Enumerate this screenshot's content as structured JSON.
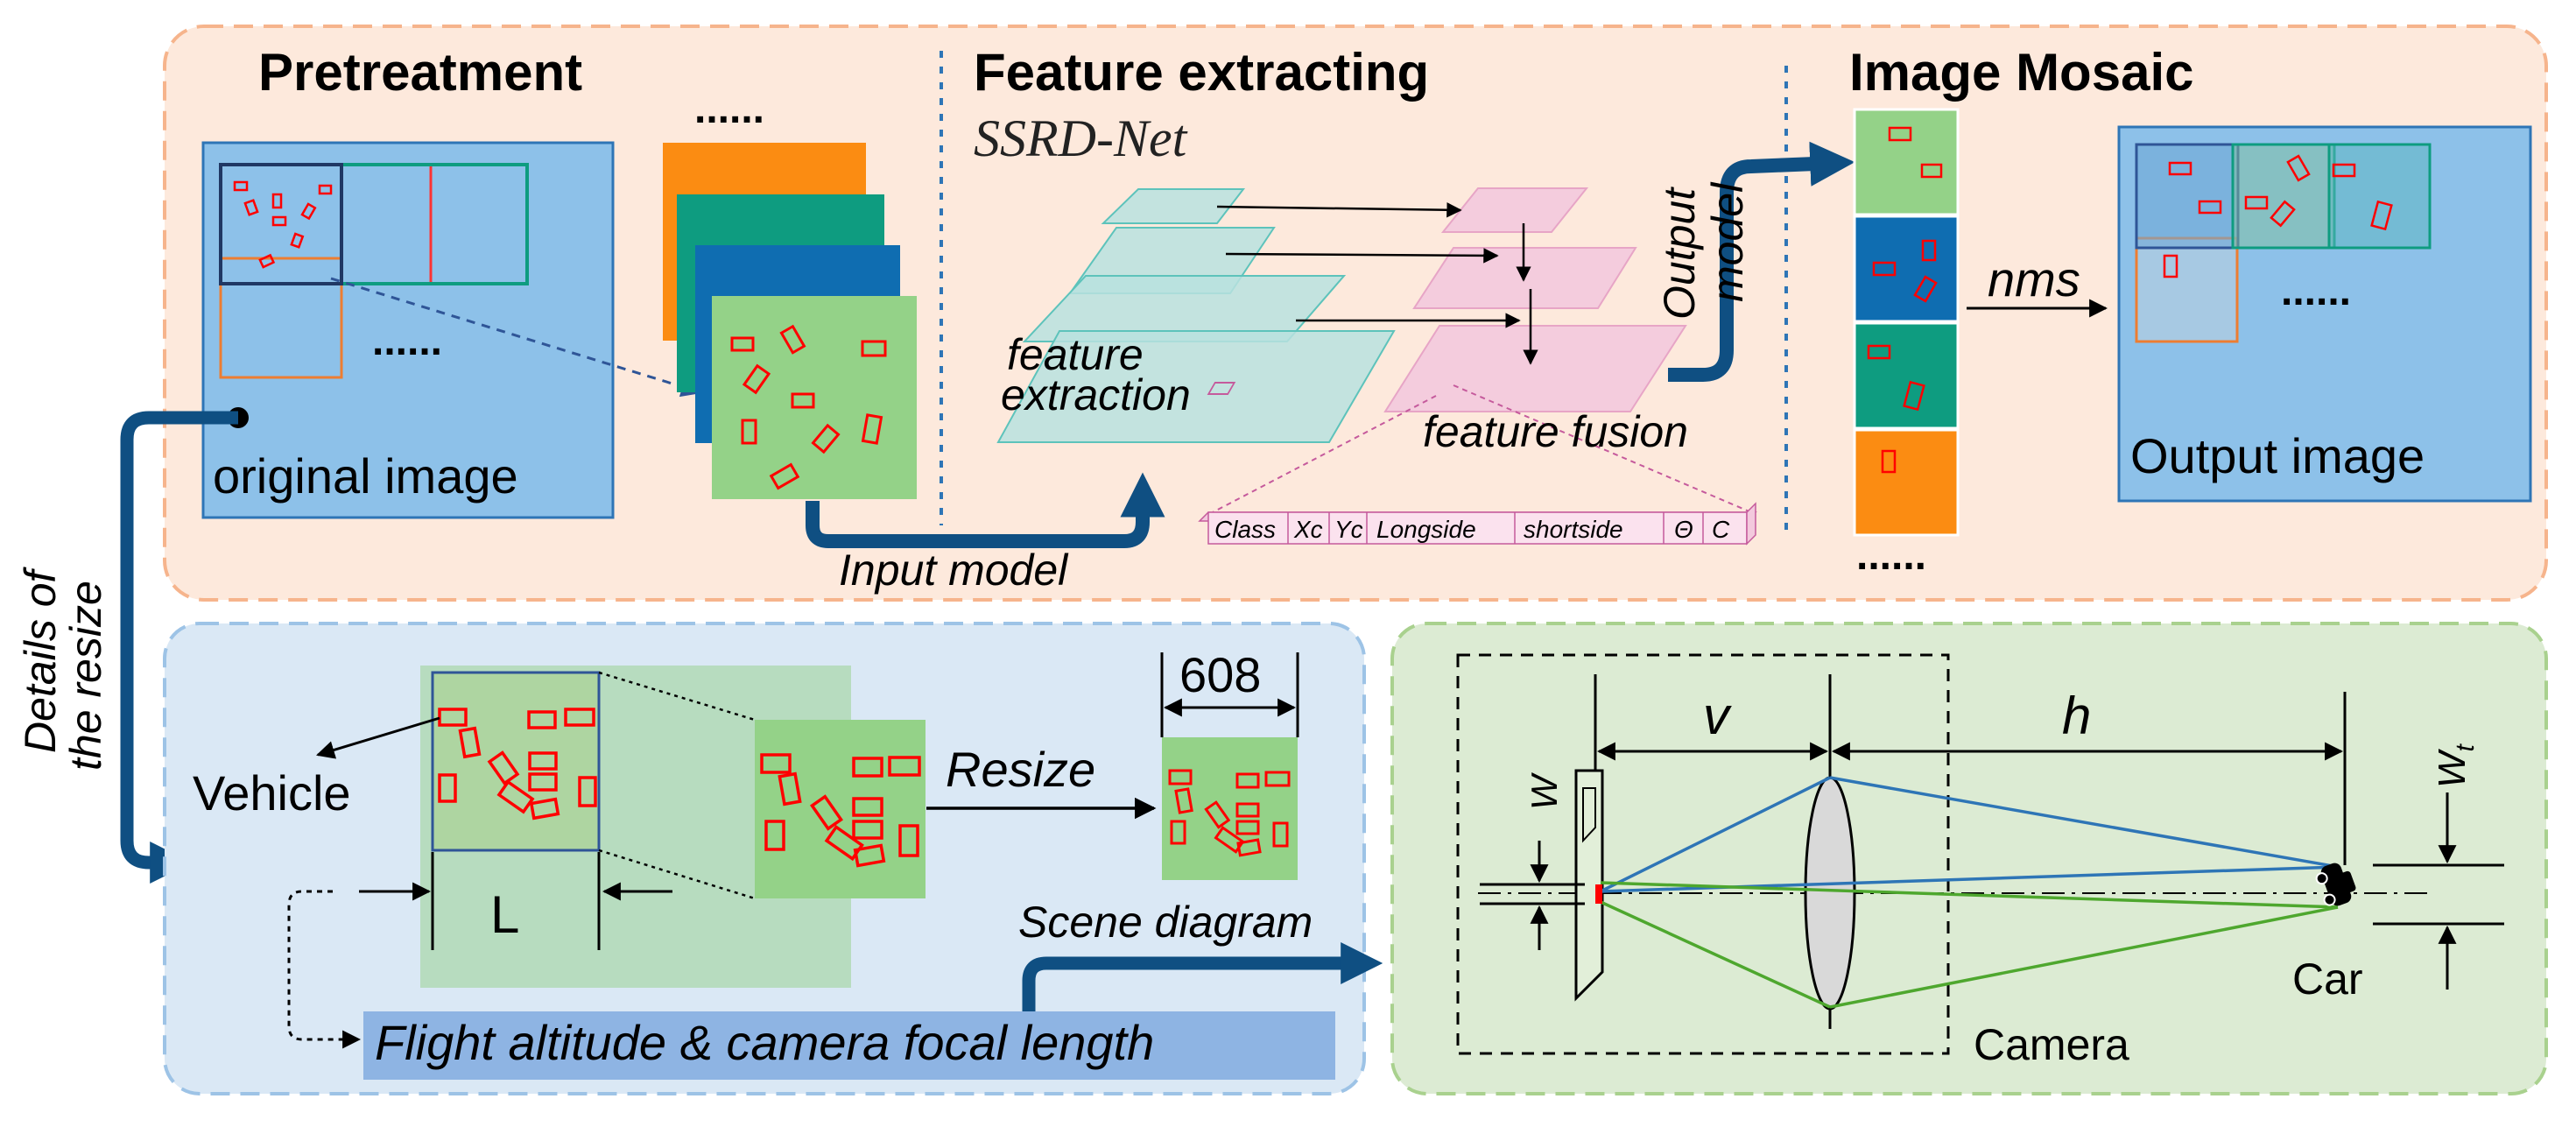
{
  "top_panel": {
    "pretreatment_title": "Pretreatment",
    "feature_title": "Feature extracting",
    "network_name": "SSRD-Net",
    "mosaic_title": "Image Mosaic",
    "ellipsis": "......",
    "original_image_label": "original image",
    "feature_extraction_label_line1": "feature",
    "feature_extraction_label_line2": "extraction",
    "feature_fusion_label": "feature fusion",
    "output_model_line1": "Output",
    "output_model_line2": "model",
    "nms_label": "nms",
    "output_image_label": "Output image",
    "input_model_label": "Input model",
    "output_fields": [
      "Class",
      "Xc",
      "Yc",
      "Longside",
      "shortside",
      "Θ",
      "C"
    ]
  },
  "side_label": {
    "line1": "Details of",
    "line2": "the resize"
  },
  "bottom_left_panel": {
    "vehicle_label": "Vehicle",
    "l_label": "L",
    "resize_label": "Resize",
    "size_label": "608",
    "scene_diagram_label": "Scene diagram",
    "flight_label": "Flight altitude & camera focal length"
  },
  "bottom_right_panel": {
    "v_label": "v",
    "h_label": "h",
    "w_label": "W",
    "wt_label": "W",
    "wt_sub": "t",
    "car_label": "Car",
    "camera_label": "Camera"
  },
  "colors": {
    "top_panel_fill": "#fde9dc",
    "top_panel_border": "#f6b48c",
    "bottom_left_fill": "#dae8f5",
    "bottom_left_border": "#9dc3e6",
    "bottom_right_fill": "#dcebd3",
    "bottom_right_border": "#a9d18e",
    "image_blue": "#8dc1e9",
    "tile_green": "#94d288",
    "tile_teal": "#0e9c80",
    "tile_blue": "#0f6db1",
    "tile_orange": "#fb8c12",
    "arrow_navy": "#0f4f82",
    "detect_red": "#ff0000"
  }
}
